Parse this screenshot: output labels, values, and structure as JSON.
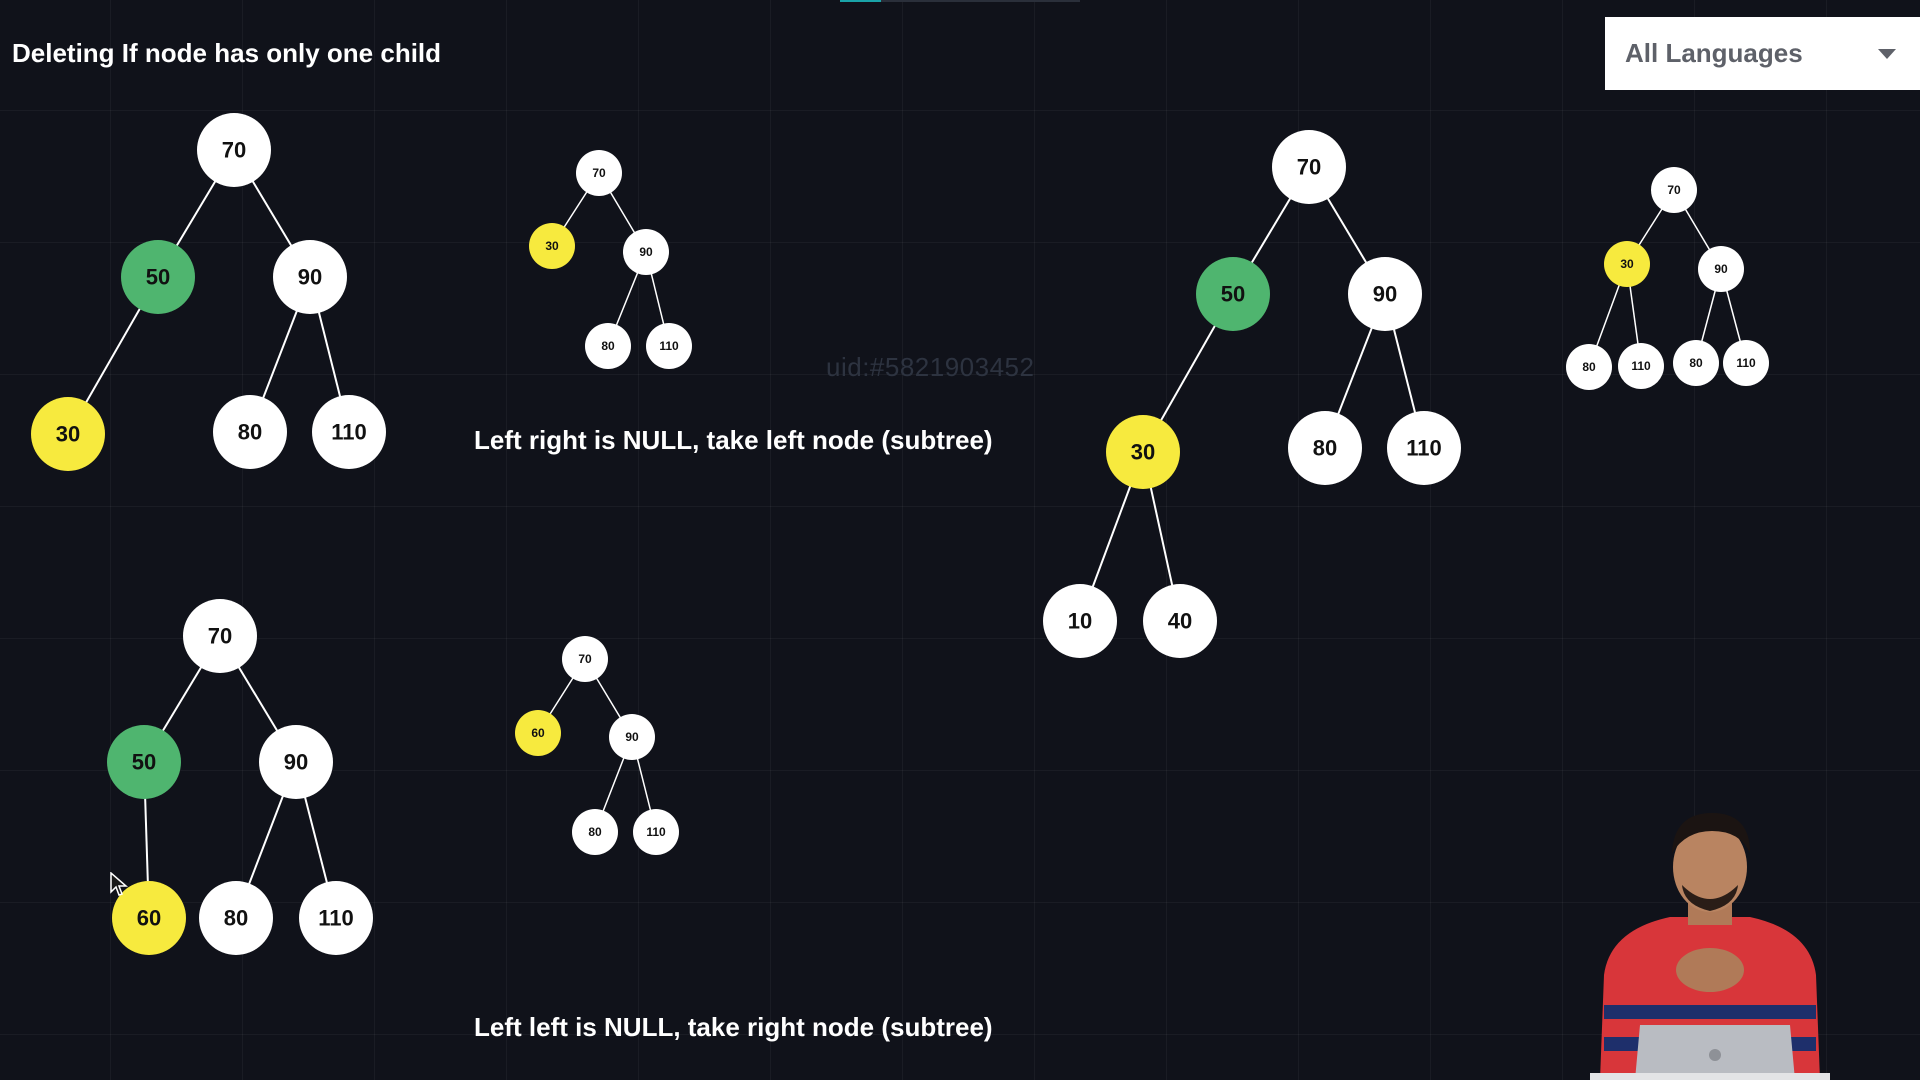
{
  "title": "Deleting If node has only one child",
  "language_select": {
    "selected": "All Languages"
  },
  "watermark": "uid:#5821903452",
  "captions": {
    "left_right_null": "Left right is NULL, take left node (subtree)",
    "left_left_null": "Left left is NULL, take right node (subtree)"
  },
  "colors": {
    "background": "#10121a",
    "node_white": "#ffffff",
    "node_green": "#4fb56f",
    "node_yellow": "#f7ea3e",
    "edge": "#ffffff",
    "accent": "#1aa3a8"
  },
  "progress": {
    "fraction": 0.17
  },
  "icons": {
    "dropdown": "chevron-down-icon",
    "cursor": "mouse-pointer-icon"
  },
  "trees": [
    {
      "id": "tree-1-before",
      "nodes": [
        {
          "id": "n70",
          "label": "70",
          "color": "white"
        },
        {
          "id": "n50",
          "label": "50",
          "color": "green"
        },
        {
          "id": "n90",
          "label": "90",
          "color": "white"
        },
        {
          "id": "n30",
          "label": "30",
          "color": "yellow"
        },
        {
          "id": "n80",
          "label": "80",
          "color": "white"
        },
        {
          "id": "n110",
          "label": "110",
          "color": "white"
        }
      ],
      "edges": [
        [
          "n70",
          "n50"
        ],
        [
          "n70",
          "n90"
        ],
        [
          "n50",
          "n30"
        ],
        [
          "n90",
          "n80"
        ],
        [
          "n90",
          "n110"
        ]
      ]
    },
    {
      "id": "tree-1-after",
      "nodes": [
        {
          "id": "n70",
          "label": "70",
          "color": "white"
        },
        {
          "id": "n30",
          "label": "30",
          "color": "yellow"
        },
        {
          "id": "n90",
          "label": "90",
          "color": "white"
        },
        {
          "id": "n80",
          "label": "80",
          "color": "white"
        },
        {
          "id": "n110",
          "label": "110",
          "color": "white"
        }
      ],
      "edges": [
        [
          "n70",
          "n30"
        ],
        [
          "n70",
          "n90"
        ],
        [
          "n90",
          "n80"
        ],
        [
          "n90",
          "n110"
        ]
      ]
    },
    {
      "id": "tree-2-before",
      "nodes": [
        {
          "id": "n70",
          "label": "70",
          "color": "white"
        },
        {
          "id": "n50",
          "label": "50",
          "color": "green"
        },
        {
          "id": "n90",
          "label": "90",
          "color": "white"
        },
        {
          "id": "n30",
          "label": "30",
          "color": "yellow"
        },
        {
          "id": "n80",
          "label": "80",
          "color": "white"
        },
        {
          "id": "n110",
          "label": "110",
          "color": "white"
        },
        {
          "id": "n10",
          "label": "10",
          "color": "white"
        },
        {
          "id": "n40",
          "label": "40",
          "color": "white"
        }
      ],
      "edges": [
        [
          "n70",
          "n50"
        ],
        [
          "n70",
          "n90"
        ],
        [
          "n50",
          "n30"
        ],
        [
          "n90",
          "n80"
        ],
        [
          "n90",
          "n110"
        ],
        [
          "n30",
          "n10"
        ],
        [
          "n30",
          "n40"
        ]
      ]
    },
    {
      "id": "tree-2-after",
      "nodes": [
        {
          "id": "n70",
          "label": "70",
          "color": "white"
        },
        {
          "id": "n30",
          "label": "30",
          "color": "yellow"
        },
        {
          "id": "n90",
          "label": "90",
          "color": "white"
        },
        {
          "id": "n80a",
          "label": "80",
          "color": "white"
        },
        {
          "id": "n110a",
          "label": "110",
          "color": "white"
        },
        {
          "id": "n80b",
          "label": "80",
          "color": "white"
        },
        {
          "id": "n110b",
          "label": "110",
          "color": "white"
        }
      ],
      "edges": [
        [
          "n70",
          "n30"
        ],
        [
          "n70",
          "n90"
        ],
        [
          "n30",
          "n80a"
        ],
        [
          "n30",
          "n110a"
        ],
        [
          "n90",
          "n80b"
        ],
        [
          "n90",
          "n110b"
        ]
      ]
    },
    {
      "id": "tree-3-before",
      "nodes": [
        {
          "id": "n70",
          "label": "70",
          "color": "white"
        },
        {
          "id": "n50",
          "label": "50",
          "color": "green"
        },
        {
          "id": "n90",
          "label": "90",
          "color": "white"
        },
        {
          "id": "n60",
          "label": "60",
          "color": "yellow"
        },
        {
          "id": "n80",
          "label": "80",
          "color": "white"
        },
        {
          "id": "n110",
          "label": "110",
          "color": "white"
        }
      ],
      "edges": [
        [
          "n70",
          "n50"
        ],
        [
          "n70",
          "n90"
        ],
        [
          "n50",
          "n60"
        ],
        [
          "n90",
          "n80"
        ],
        [
          "n90",
          "n110"
        ]
      ]
    },
    {
      "id": "tree-3-after",
      "nodes": [
        {
          "id": "n70",
          "label": "70",
          "color": "white"
        },
        {
          "id": "n60",
          "label": "60",
          "color": "yellow"
        },
        {
          "id": "n90",
          "label": "90",
          "color": "white"
        },
        {
          "id": "n80",
          "label": "80",
          "color": "white"
        },
        {
          "id": "n110",
          "label": "110",
          "color": "white"
        }
      ],
      "edges": [
        [
          "n70",
          "n60"
        ],
        [
          "n70",
          "n90"
        ],
        [
          "n90",
          "n80"
        ],
        [
          "n90",
          "n110"
        ]
      ]
    }
  ]
}
